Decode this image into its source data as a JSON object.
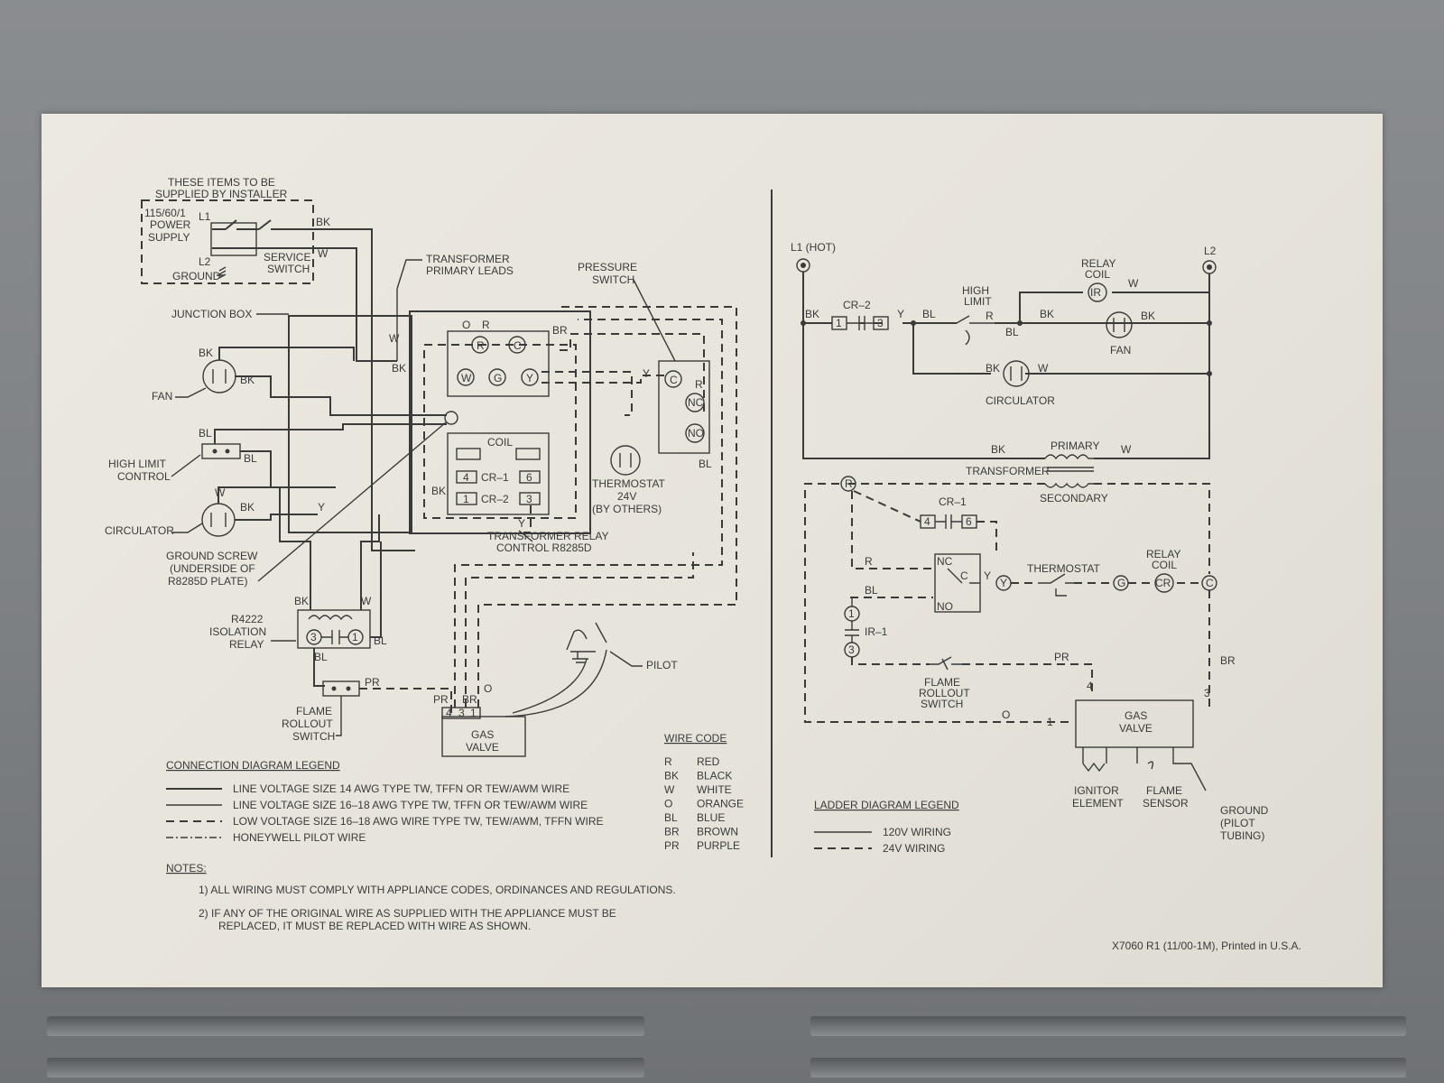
{
  "installer_note": [
    "THESE ITEMS TO BE",
    "SUPPLIED BY INSTALLER"
  ],
  "power_supply": [
    "115/60/1",
    "POWER",
    "SUPPLY"
  ],
  "ground_label": "GROUND",
  "service_switch": [
    "SERVICE",
    "SWITCH"
  ],
  "junction_box": "JUNCTION BOX",
  "fan": "FAN",
  "high_limit_control": [
    "HIGH LIMIT",
    "CONTROL"
  ],
  "circulator": "CIRCULATOR",
  "ground_screw": [
    "GROUND SCREW",
    "(UNDERSIDE OF",
    "R8285D PLATE)"
  ],
  "isolation_relay": [
    "R4222",
    "ISOLATION",
    "RELAY"
  ],
  "flame_rollout": [
    "FLAME",
    "ROLLOUT",
    "SWITCH"
  ],
  "transformer_primary_leads": [
    "TRANSFORMER",
    "PRIMARY LEADS"
  ],
  "pressure_switch": [
    "PRESSURE",
    "SWITCH"
  ],
  "thermostat_24v": [
    "THERMOSTAT",
    "24V",
    "(BY OTHERS)"
  ],
  "transformer_relay_control": [
    "TRANSFORMER RELAY",
    "CONTROL R8285D"
  ],
  "coil": "COIL",
  "cr1": "CR–1",
  "cr2": "CR–2",
  "gas_valve": [
    "GAS",
    "VALVE"
  ],
  "pilot": "PILOT",
  "wire_codes": {
    "BK": "BK",
    "W": "W",
    "L1": "L1",
    "L2": "L2",
    "O": "O",
    "R": "R",
    "BR": "BR",
    "BL": "BL",
    "Y": "Y",
    "PR": "PR",
    "C": "C",
    "G": "G",
    "NC": "NC",
    "NO": "NO",
    "n1": "1",
    "n3": "3",
    "n4": "4",
    "n6": "6"
  },
  "legend": {
    "title": "CONNECTION DIAGRAM LEGEND",
    "items": [
      "LINE VOLTAGE SIZE 14 AWG TYPE TW, TFFN OR TEW/AWM WIRE",
      "LINE VOLTAGE SIZE 16–18 AWG TYPE TW, TFFN OR TEW/AWM WIRE",
      "LOW VOLTAGE SIZE 16–18 AWG WIRE TYPE TW, TEW/AWM, TFFN WIRE",
      "HONEYWELL PILOT WIRE"
    ]
  },
  "wire_code": {
    "title": "WIRE CODE",
    "rows": [
      [
        "R",
        "RED"
      ],
      [
        "BK",
        "BLACK"
      ],
      [
        "W",
        "WHITE"
      ],
      [
        "O",
        "ORANGE"
      ],
      [
        "BL",
        "BLUE"
      ],
      [
        "BR",
        "BROWN"
      ],
      [
        "PR",
        "PURPLE"
      ]
    ]
  },
  "notes": {
    "title": "NOTES:",
    "n1": "1)  ALL WIRING MUST COMPLY WITH APPLIANCE CODES, ORDINANCES AND REGULATIONS.",
    "n2a": "2)  IF ANY OF THE ORIGINAL WIRE AS SUPPLIED WITH THE APPLIANCE MUST BE",
    "n2b": "REPLACED, IT MUST BE REPLACED WITH WIRE AS SHOWN."
  },
  "ladder": {
    "l1": "L1 (HOT)",
    "l2": "L2",
    "relay_coil": [
      "RELAY",
      "COIL"
    ],
    "high_limit": [
      "HIGH",
      "LIMIT"
    ],
    "fan": "FAN",
    "circulator": "CIRCULATOR",
    "primary": "PRIMARY",
    "transformer": "TRANSFORMER",
    "secondary": "SECONDARY",
    "ir": "IR",
    "ir1": "IR–1",
    "cr": "CR",
    "thermostat": "THERMOSTAT",
    "flame_rollout": [
      "FLAME",
      "ROLLOUT",
      "SWITCH"
    ],
    "gas_valve": [
      "GAS",
      "VALVE"
    ],
    "ignitor": [
      "IGNITOR",
      "ELEMENT"
    ],
    "flame_sensor": [
      "FLAME",
      "SENSOR"
    ],
    "ground": [
      "GROUND",
      "(PILOT",
      "TUBING)"
    ],
    "legend_title": "LADDER DIAGRAM LEGEND",
    "legend_120": "120V WIRING",
    "legend_24": "24V WIRING"
  },
  "footer": "X7060 R1 (11/00-1M), Printed in U.S.A."
}
